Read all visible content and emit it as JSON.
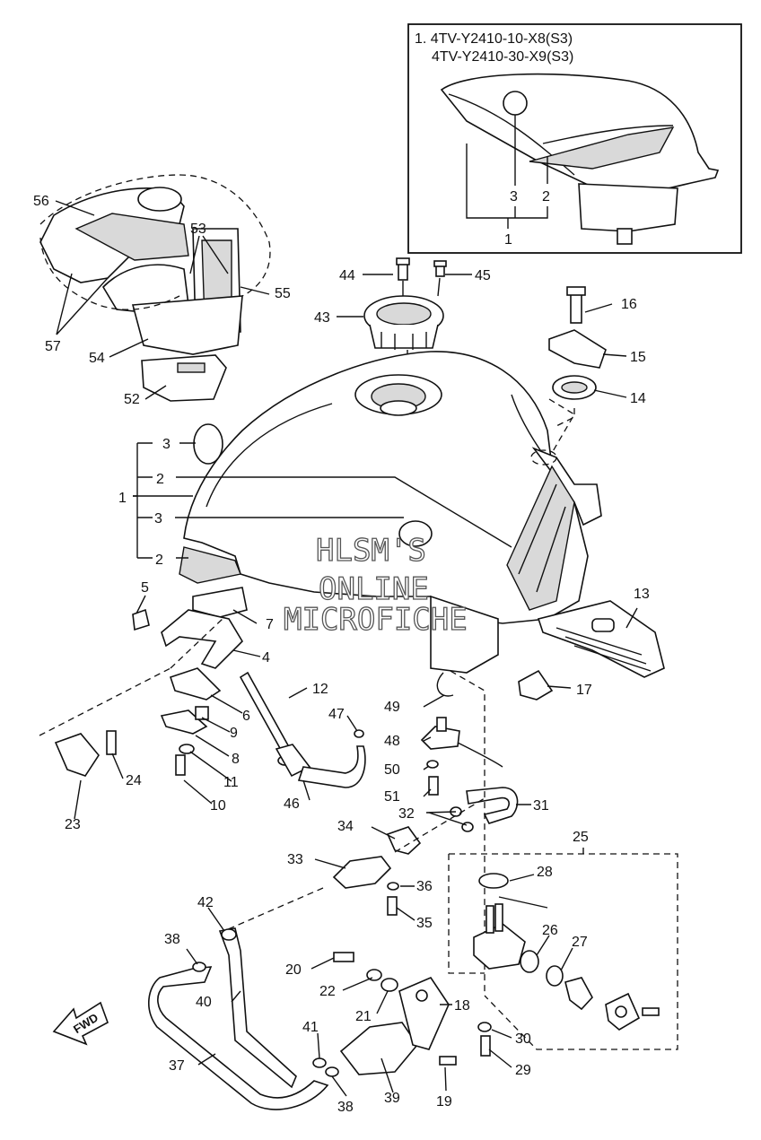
{
  "inset": {
    "line1": "1. 4TV-Y2410-10-X8(S3)",
    "line2": "4TV-Y2410-30-X9(S3)",
    "callouts": [
      "3",
      "2",
      "1"
    ]
  },
  "watermark": {
    "line1": "HLSM'S",
    "line2": "ONLINE",
    "line3": "MICROFICHE"
  },
  "fwd_label": "FWD",
  "callouts": {
    "c1": "1",
    "c2a": "2",
    "c2b": "2",
    "c3a": "3",
    "c3b": "3",
    "c4": "4",
    "c5": "5",
    "c6": "6",
    "c7": "7",
    "c8": "8",
    "c9": "9",
    "c10": "10",
    "c11": "11",
    "c12": "12",
    "c13": "13",
    "c14": "14",
    "c15": "15",
    "c16": "16",
    "c17": "17",
    "c18": "18",
    "c19": "19",
    "c20": "20",
    "c21": "21",
    "c22": "22",
    "c23": "23",
    "c24": "24",
    "c25": "25",
    "c26": "26",
    "c27": "27",
    "c28": "28",
    "c29": "29",
    "c30": "30",
    "c31": "31",
    "c32": "32",
    "c33": "33",
    "c34": "34",
    "c35": "35",
    "c36": "36",
    "c37": "37",
    "c38a": "38",
    "c38b": "38",
    "c39": "39",
    "c40": "40",
    "c41": "41",
    "c42": "42",
    "c43": "43",
    "c44": "44",
    "c45": "45",
    "c46": "46",
    "c47": "47",
    "c48": "48",
    "c49": "49",
    "c50": "50",
    "c51": "51",
    "c52": "52",
    "c53": "53",
    "c54": "54",
    "c55": "55",
    "c56": "56",
    "c57": "57"
  }
}
